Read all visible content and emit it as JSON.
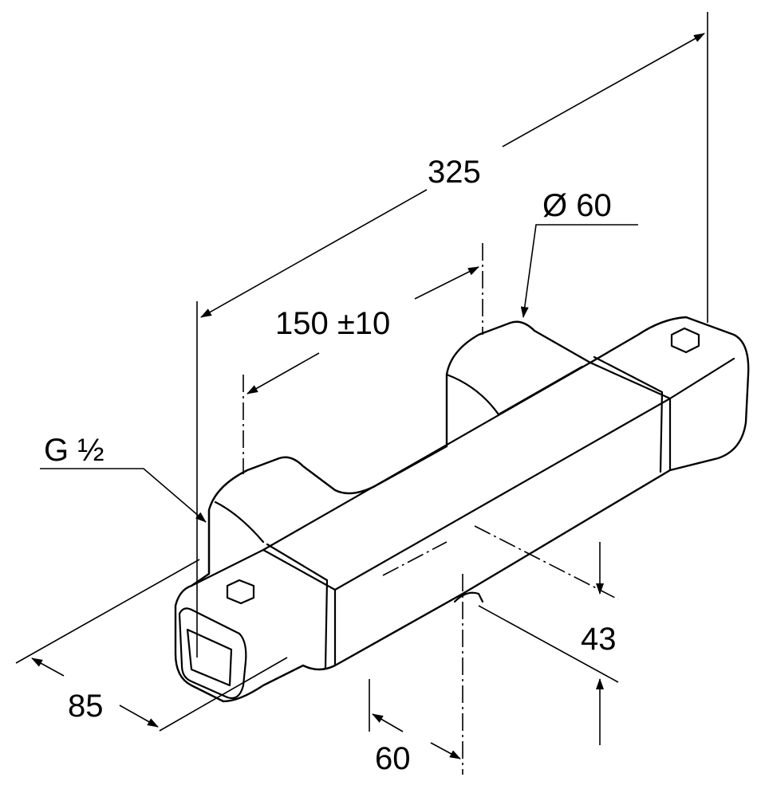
{
  "dimensions": {
    "overall_length": "325",
    "diameter": "Ø 60",
    "center_distance": "150 ±10",
    "thread": "G ½",
    "depth": "85",
    "height": "43",
    "outlet_offset": "60"
  }
}
